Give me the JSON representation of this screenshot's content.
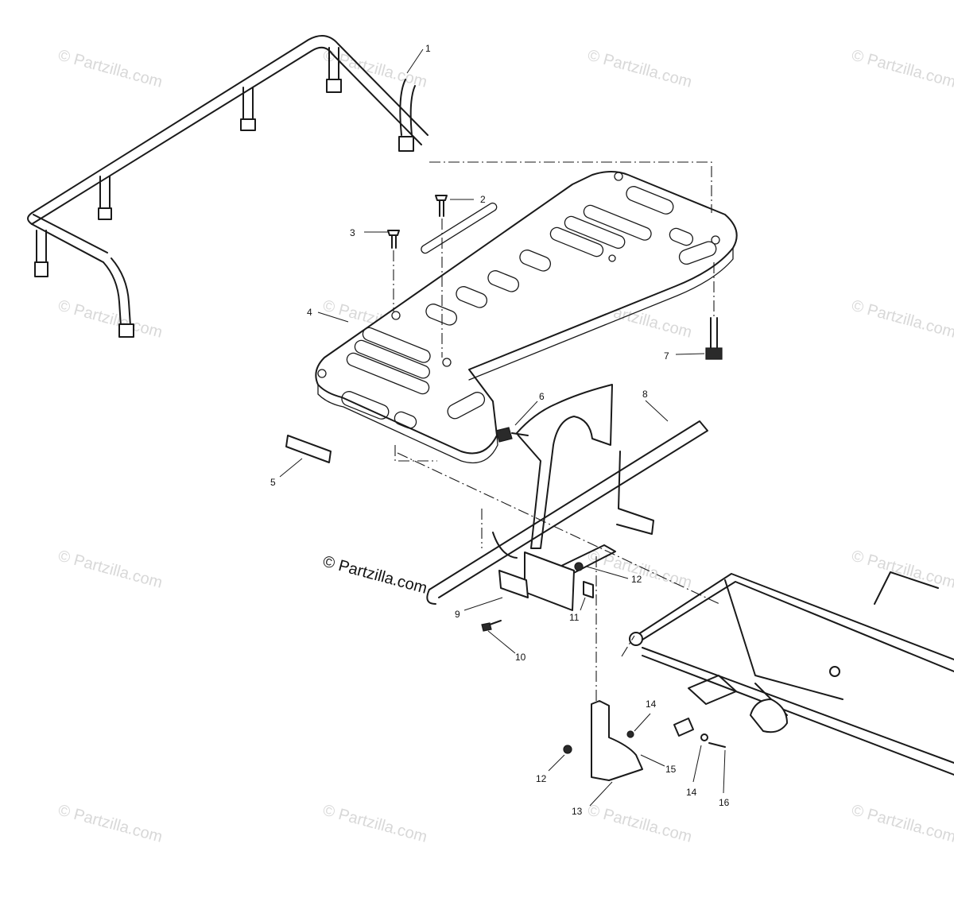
{
  "watermark_main": "© Partzilla.com",
  "watermark_faint": "© Partzilla.com",
  "callouts": [
    "1",
    "2",
    "3",
    "4",
    "5",
    "6",
    "7",
    "8",
    "9",
    "10",
    "11",
    "12",
    "12",
    "13",
    "14",
    "14",
    "15",
    "16"
  ]
}
